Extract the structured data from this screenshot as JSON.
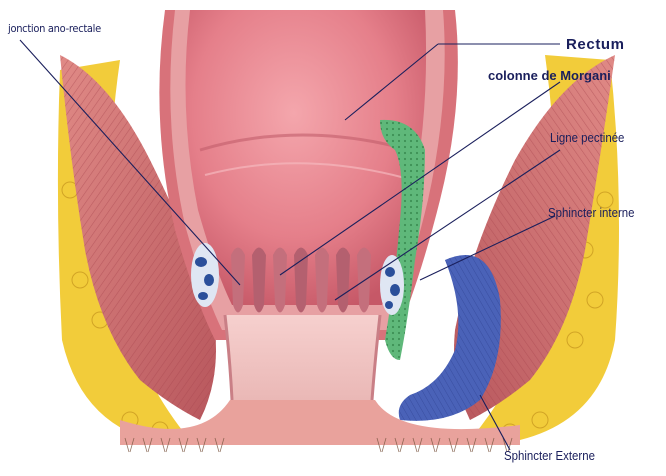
{
  "labels": {
    "jonction": "jonction ano-rectale",
    "rectum": "Rectum",
    "morgani": "colonne de Morgani",
    "ligne": "Ligne pectinée",
    "sphincter_interne": "Sphincter interne",
    "sphincter_externe": "Sphincter Externe"
  },
  "colors": {
    "label_text": "#1a1f5c",
    "mucosa": "#e07a86",
    "muscle": "#c9696b",
    "fat": "#f2cc3a",
    "internal_sphincter": "#5fb87a",
    "external_sphincter": "#4a62b8",
    "canal": "#f3c7c5"
  }
}
